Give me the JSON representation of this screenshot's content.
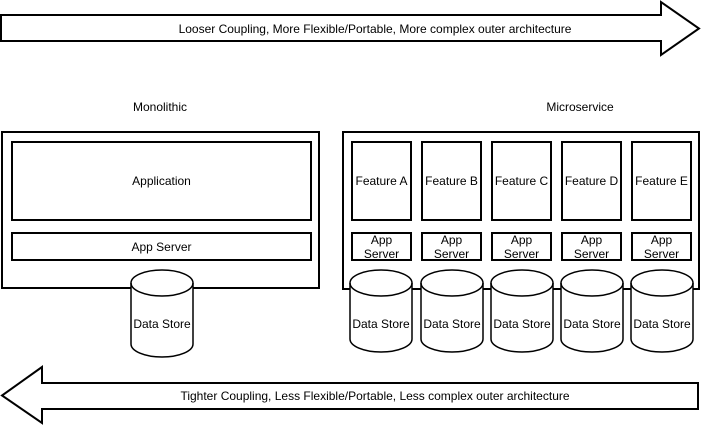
{
  "arrows": {
    "top": {
      "label": "Looser Coupling, More Flexible/Portable, More complex outer architecture",
      "direction": "right"
    },
    "bottom": {
      "label": "Tighter Coupling, Less Flexible/Portable, Less complex outer architecture",
      "direction": "left"
    }
  },
  "monolithic": {
    "title": "Monolithic",
    "application_label": "Application",
    "app_server_label": "App Server",
    "data_store_label": "Data Store"
  },
  "microservice": {
    "title": "Microservice",
    "features": [
      "Feature A",
      "Feature B",
      "Feature C",
      "Feature D",
      "Feature E"
    ],
    "app_server_label": "App Server",
    "data_store_label": "Data Store"
  },
  "colors": {
    "stroke": "#000000",
    "fill": "#ffffff",
    "background": "#ffffff"
  }
}
